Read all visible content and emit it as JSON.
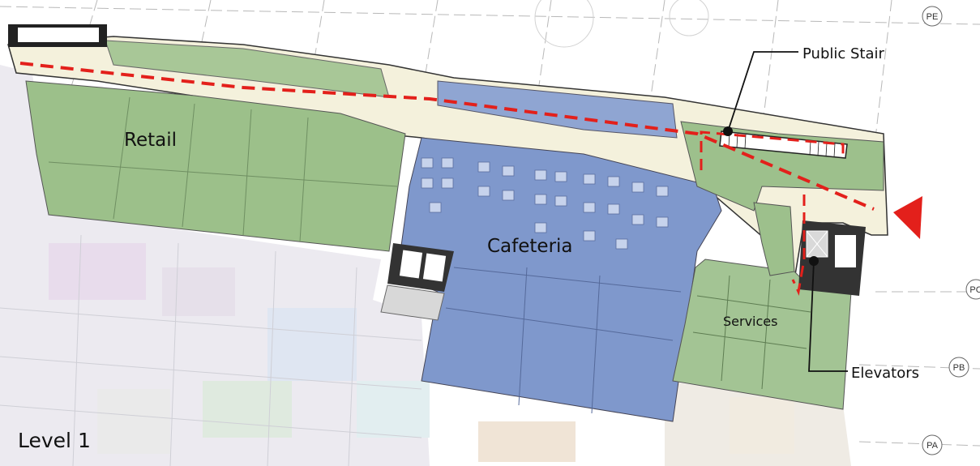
{
  "labels": {
    "retail": "Retail",
    "cafeteria": "Cafeteria",
    "services": "Services",
    "public_stair": "Public Stair",
    "elevators": "Elevators",
    "level": "Level 1"
  },
  "grid_markers": [
    "PE",
    "PC",
    "PB",
    "PA"
  ],
  "colors": {
    "retail_zone": "#9cc08a",
    "cafeteria_zone": "#7f98cc",
    "services_zone": "#a3c494",
    "corridor": "#f4f1dc",
    "route": "#e3201b",
    "background_plan": "#e9e6ee"
  }
}
